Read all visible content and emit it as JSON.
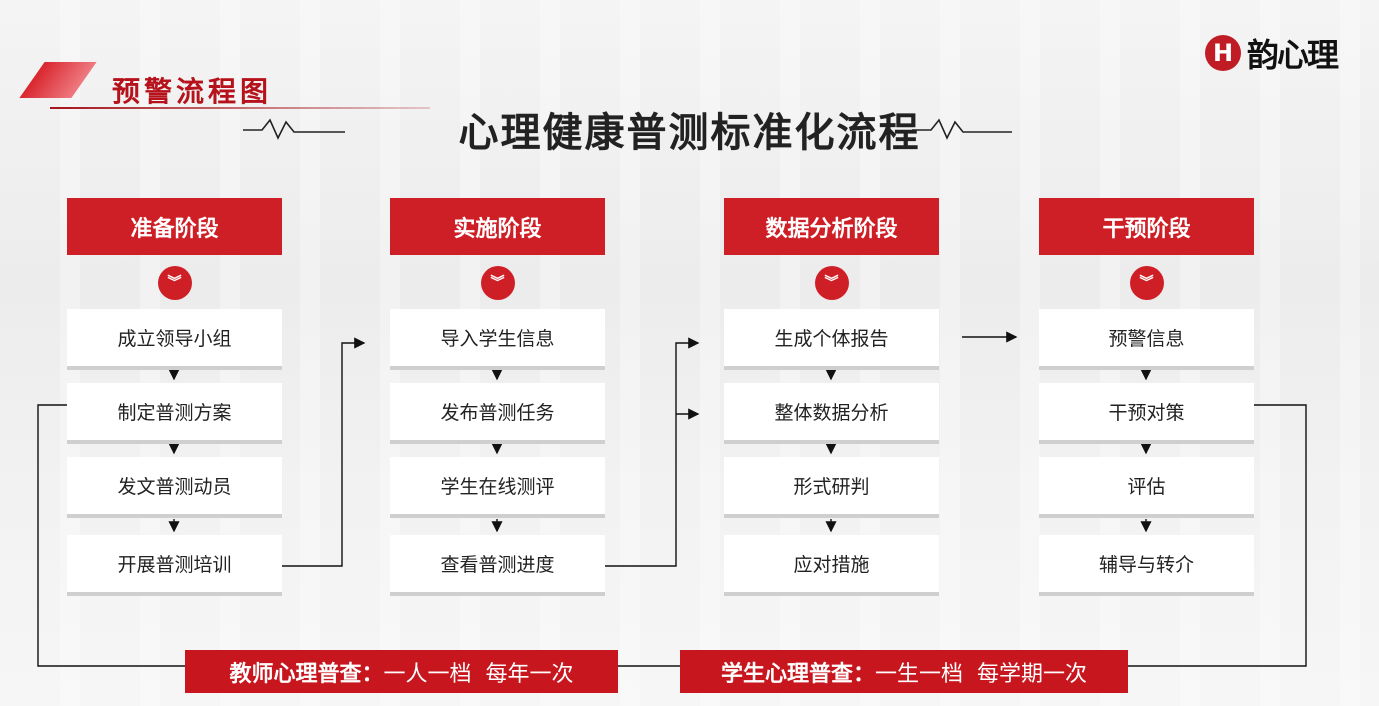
{
  "section_title": "预警流程图",
  "main_title": "心理健康普测标准化流程",
  "logo": {
    "mark": "H",
    "text": "韵心理"
  },
  "stages": [
    {
      "title": "准备阶段",
      "steps": [
        "成立领导小组",
        "制定普测方案",
        "发文普测动员",
        "开展普测培训"
      ]
    },
    {
      "title": "实施阶段",
      "steps": [
        "导入学生信息",
        "发布普测任务",
        "学生在线测评",
        "查看普测进度"
      ]
    },
    {
      "title": "数据分析阶段",
      "steps": [
        "生成个体报告",
        "整体数据分析",
        "形式研判",
        "应对措施"
      ]
    },
    {
      "title": "干预阶段",
      "steps": [
        "预警信息",
        "干预对策",
        "评估",
        "辅导与转介"
      ]
    }
  ],
  "banners": [
    {
      "label": "教师心理普查：",
      "text": "一人一档  每年一次"
    },
    {
      "label": "学生心理普查：",
      "text": "一生一档  每学期一次"
    }
  ],
  "colors": {
    "accent": "#cf1f26"
  }
}
